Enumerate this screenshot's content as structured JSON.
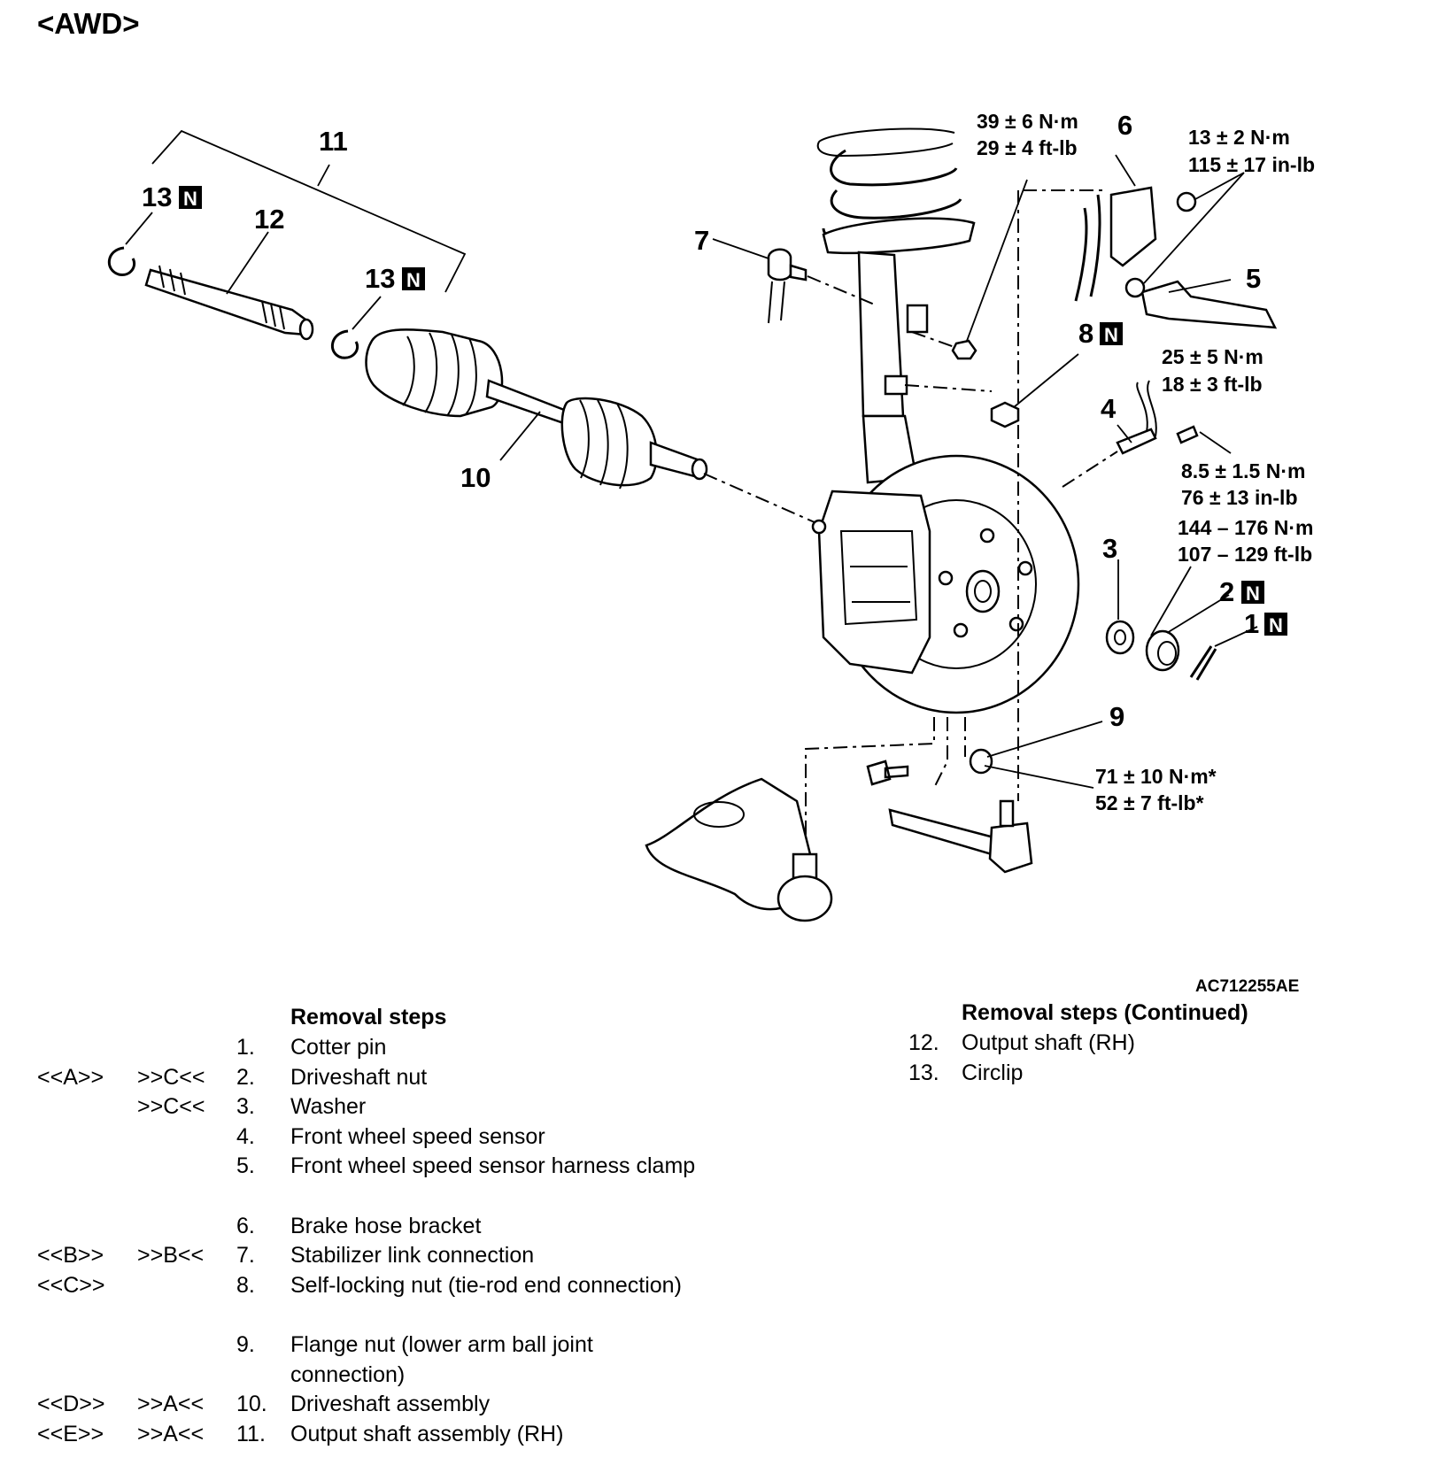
{
  "title": "<AWD>",
  "doc_id": "AC712255AE",
  "callouts": {
    "c11": "11",
    "c12": "12",
    "c13a": "13",
    "c13b": "13",
    "c10": "10",
    "c7": "7",
    "c6": "6",
    "c5": "5",
    "c8": "8",
    "c4": "4",
    "c3": "3",
    "c2": "2",
    "c1": "1",
    "c9": "9",
    "n_badge": "N"
  },
  "torque": {
    "strut_nut": [
      "39 ± 6 N·m",
      "29 ± 4 ft-lb"
    ],
    "bracket": [
      "13 ± 2 N·m",
      "115 ± 17 in-lb"
    ],
    "tie_rod_nut": [
      "25 ± 5 N·m",
      "18 ± 3 ft-lb"
    ],
    "sensor_bolt": [
      "8.5 ± 1.5 N·m",
      "76 ± 13 in-lb"
    ],
    "driveshaft_nut": [
      "144 – 176 N·m",
      "107 – 129 ft-lb"
    ],
    "flange_nut": [
      "71 ± 10 N·m*",
      "52 ± 7 ft-lb*"
    ]
  },
  "removal_steps": {
    "heading": "Removal steps",
    "continued_heading": "Removal steps (Continued)",
    "steps": [
      {
        "a": "",
        "b": "",
        "num": "1.",
        "text": "Cotter pin"
      },
      {
        "a": "<<A>>",
        "b": ">>C<<",
        "num": "2.",
        "text": "Driveshaft nut"
      },
      {
        "a": "",
        "b": ">>C<<",
        "num": "3.",
        "text": "Washer"
      },
      {
        "a": "",
        "b": "",
        "num": "4.",
        "text": "Front wheel speed sensor"
      },
      {
        "a": "",
        "b": "",
        "num": "5.",
        "text": "Front wheel speed sensor harness clamp"
      },
      {
        "a": "",
        "b": "",
        "num": "6.",
        "text": "Brake hose bracket"
      },
      {
        "a": "<<B>>",
        "b": ">>B<<",
        "num": "7.",
        "text": "Stabilizer link connection"
      },
      {
        "a": "<<C>>",
        "b": "",
        "num": "8.",
        "text": "Self-locking nut (tie-rod end connection)"
      },
      {
        "a": "",
        "b": "",
        "num": "9.",
        "text": "Flange nut (lower arm ball joint connection)"
      },
      {
        "a": "<<D>>",
        "b": ">>A<<",
        "num": "10.",
        "text": "Driveshaft assembly"
      },
      {
        "a": "<<E>>",
        "b": ">>A<<",
        "num": "11.",
        "text": "Output shaft assembly (RH)"
      }
    ],
    "continued": [
      {
        "num": "12.",
        "text": "Output shaft (RH)"
      },
      {
        "num": "13.",
        "text": "Circlip"
      }
    ]
  }
}
